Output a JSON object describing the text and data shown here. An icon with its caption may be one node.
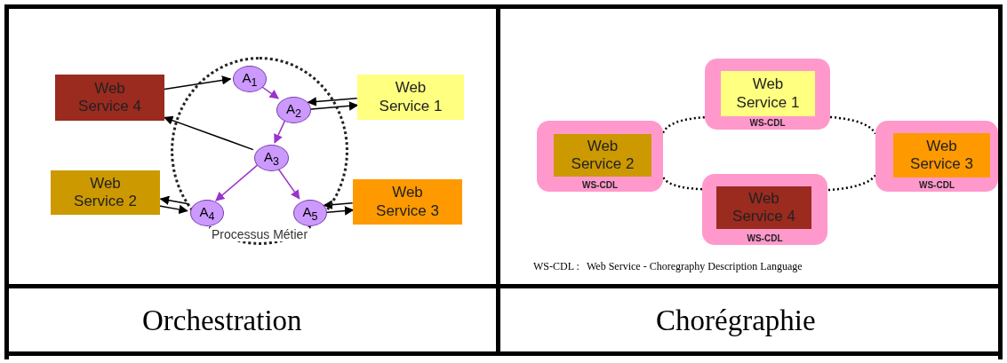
{
  "diagram": {
    "nodes": [
      {
        "text": [
          "Processus Métier"
        ]
      },
      {
        "text": [
          "A$_{1}$"
        ],
        "in": 0
      },
      {
        "text": [
          "A$_{2}$"
        ],
        "in": 0
      },
      {
        "text": [
          "A$_{3}$"
        ],
        "in": 0
      },
      {
        "text": [
          "A$_{4}$"
        ],
        "in": 0
      },
      {
        "text": [
          "A$_{5}$"
        ],
        "in": 0
      },
      {
        "text": [
          "Web Service 4"
        ]
      },
      {
        "text": [
          "Web Service 1"
        ]
      },
      {
        "text": [
          "Web Service 2"
        ]
      },
      {
        "text": [
          "Web Service 3"
        ]
      },
      {
        "text": [
          "WS-CDL"
        ]
      },
      {
        "text": [
          "Web Service 1"
        ],
        "in": 10
      },
      {
        "text": [
          "WS-CDL"
        ]
      },
      {
        "text": [
          "Web Service 2"
        ],
        "in": 12
      },
      {
        "text": [
          "WS-CDL"
        ]
      },
      {
        "text": [
          "Web Service 3"
        ],
        "in": 14
      },
      {
        "text": [
          "WS-CDL"
        ]
      },
      {
        "text": [
          "Web Service 4"
        ],
        "in": 16
      }
    ],
    "edges": [
      {
        "from": 6,
        "to": 1,
        "arrow": "to"
      },
      {
        "from": 1,
        "to": 2,
        "arrow": "to",
        "color": "#9933cc"
      },
      {
        "from": 2,
        "to": 7,
        "arrow": "to"
      },
      {
        "from": 7,
        "to": 2,
        "arrow": "to"
      },
      {
        "from": 2,
        "to": 3,
        "arrow": "to",
        "color": "#9933cc"
      },
      {
        "from": 3,
        "to": 6,
        "arrow": "to"
      },
      {
        "from": 3,
        "to": 4,
        "arrow": "to",
        "color": "#9933cc"
      },
      {
        "from": 3,
        "to": 5,
        "arrow": "to",
        "color": "#9933cc"
      },
      {
        "from": 4,
        "to": 8,
        "arrow": "to"
      },
      {
        "from": 8,
        "to": 4,
        "arrow": "to"
      },
      {
        "from": 5,
        "to": 9,
        "arrow": "to"
      },
      {
        "from": 9,
        "to": 5,
        "arrow": "to"
      },
      {
        "from": 10,
        "to": 14,
        "arrow": "none",
        "style": "dashed"
      },
      {
        "from": 14,
        "to": 16,
        "arrow": "none",
        "style": "dashed"
      },
      {
        "from": 16,
        "to": 12,
        "arrow": "none",
        "style": "dashed"
      },
      {
        "from": 12,
        "to": 10,
        "arrow": "none",
        "style": "dashed"
      }
    ],
    "labels": [
      "WS-CDL :",
      "Web Service - Choregraphy Description Language",
      "Orchestration",
      "Chorégraphie"
    ]
  }
}
